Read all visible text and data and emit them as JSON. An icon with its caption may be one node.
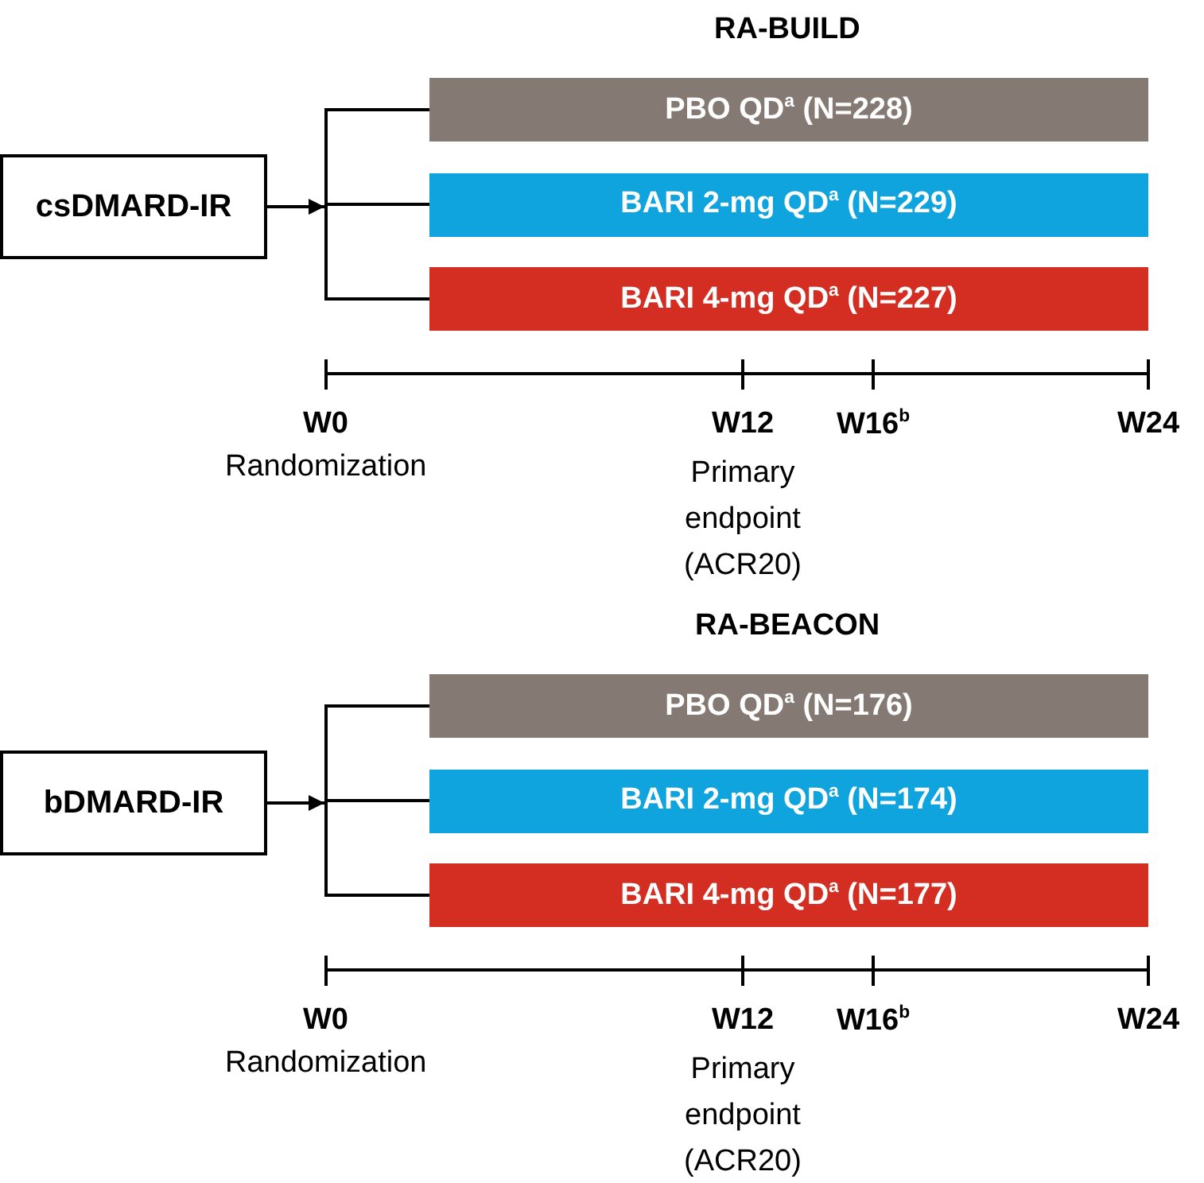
{
  "diagram": {
    "nodes": [
      {
        "text": [
          "csDMARD-IR"
        ]
      },
      {
        "text": [
          "PBO QD$^{a}$ (N=228)"
        ]
      },
      {
        "text": [
          "BARI 2-mg QD$^{a}$ (N=229)"
        ]
      },
      {
        "text": [
          "BARI 4-mg QD$^{a}$ (N=227)"
        ]
      },
      {
        "text": [
          "bDMARD-IR"
        ]
      },
      {
        "text": [
          "PBO QD$^{a}$ (N=176)"
        ]
      },
      {
        "text": [
          "BARI 2-mg QD$^{a}$ (N=174)"
        ]
      },
      {
        "text": [
          "BARI 4-mg QD$^{a}$ (N=177)"
        ]
      }
    ],
    "edges": [
      {
        "from": 0,
        "to": null,
        "arrow": "to"
      },
      {
        "from": 0,
        "to": 1,
        "arrow": "none"
      },
      {
        "from": 0,
        "to": 2,
        "arrow": "none"
      },
      {
        "from": 0,
        "to": 3,
        "arrow": "none"
      },
      {
        "from": 4,
        "to": null,
        "arrow": "to"
      },
      {
        "from": 4,
        "to": 5,
        "arrow": "none"
      },
      {
        "from": 4,
        "to": 6,
        "arrow": "none"
      },
      {
        "from": 4,
        "to": 7,
        "arrow": "none"
      }
    ],
    "labels": [
      "RA-BUILD",
      "W0",
      "Randomization",
      "W12",
      "Primary endpoint (ACR20)",
      "W16$^{b}$",
      "W24",
      "RA-BEACON",
      "W0",
      "Randomization",
      "W12",
      "Primary endpoint (ACR20)",
      "W16$^{b}$",
      "W24"
    ]
  }
}
